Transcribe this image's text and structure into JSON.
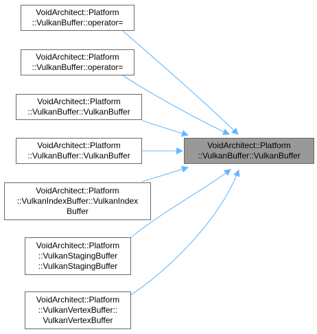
{
  "colors": {
    "edge": "#63b8ff",
    "node_border": "#666666",
    "target_fill": "#999999"
  },
  "target": {
    "lines": [
      "VoidArchitect::Platform",
      "::VulkanBuffer::VulkanBuffer"
    ]
  },
  "callers": [
    {
      "lines": [
        "VoidArchitect::Platform",
        "::VulkanBuffer::operator="
      ]
    },
    {
      "lines": [
        "VoidArchitect::Platform",
        "::VulkanBuffer::operator="
      ]
    },
    {
      "lines": [
        "VoidArchitect::Platform",
        "::VulkanBuffer::VulkanBuffer"
      ]
    },
    {
      "lines": [
        "VoidArchitect::Platform",
        "::VulkanBuffer::VulkanBuffer"
      ]
    },
    {
      "lines": [
        "VoidArchitect::Platform",
        "::VulkanIndexBuffer::VulkanIndex",
        "Buffer"
      ]
    },
    {
      "lines": [
        "VoidArchitect::Platform",
        "::VulkanStagingBuffer",
        "::VulkanStagingBuffer"
      ]
    },
    {
      "lines": [
        "VoidArchitect::Platform",
        "::VulkanVertexBuffer::",
        "VulkanVertexBuffer"
      ]
    }
  ]
}
